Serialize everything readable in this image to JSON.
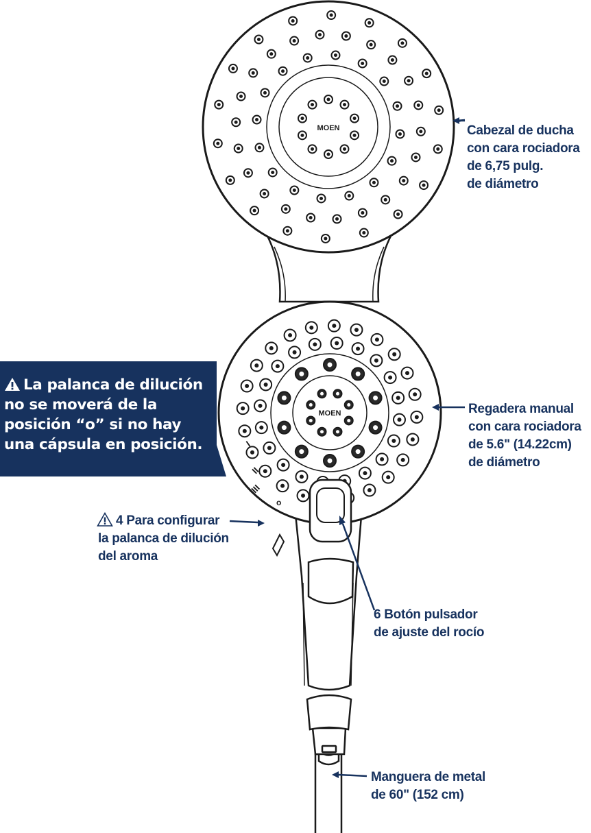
{
  "colors": {
    "accent": "#17325e",
    "line": "#1a1a1a",
    "background": "#ffffff"
  },
  "icons": {
    "warning": "warning-triangle-icon",
    "caution": "caution-triangle-icon"
  },
  "brand": {
    "large_head_logo": "MOEN",
    "hand_shower_logo": "MOEN"
  },
  "dilution_marks": [
    "I",
    "II",
    "III",
    "o"
  ],
  "labels": {
    "shower_head": [
      "Cabezal de ducha",
      "con cara rociadora",
      "de 6,75 pulg.",
      "de diámetro"
    ],
    "hand_shower": [
      "Regadera manual",
      "con cara rociadora",
      "de 5.6\" (14.22cm)",
      "de diámetro"
    ],
    "dilution_lever": [
      "4 Para configurar",
      "la palanca de dilución",
      "del aroma"
    ],
    "spray_button": [
      "6 Botón pulsador",
      "de ajuste del rocío"
    ],
    "hose": [
      "Manguera de metal",
      "de 60\" (152 cm)"
    ]
  },
  "warning": {
    "lines": [
      "La palanca de dilución",
      "no se moverá de la",
      "posición “o” si no hay",
      "una cápsula en posición."
    ]
  }
}
